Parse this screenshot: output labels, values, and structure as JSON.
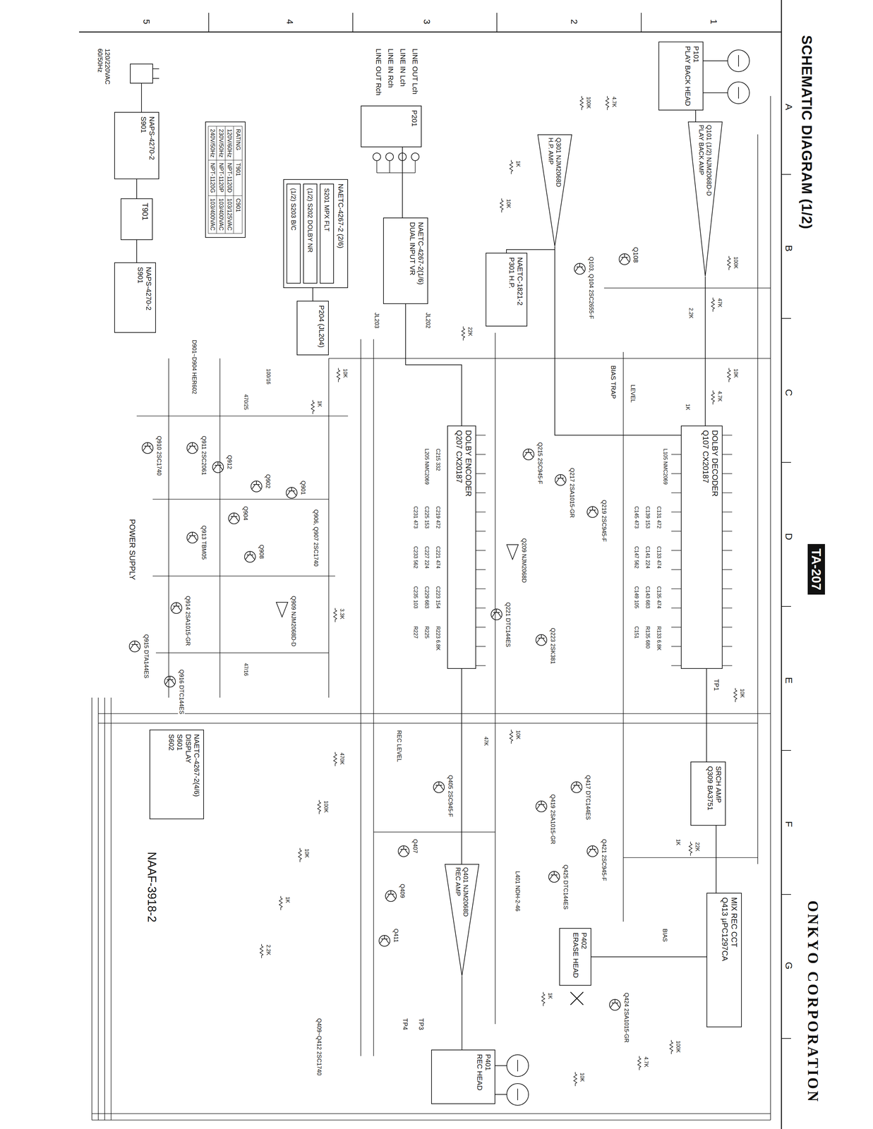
{
  "diagram": {
    "title": "SCHEMATIC DIAGRAM (1/2)",
    "nodes": [
      {
        "text": [
          "DOLBY DECODER",
          "Q107 CX20187"
        ]
      },
      {
        "text": [
          "DOLBY ENCODER",
          "Q207 CX20187"
        ]
      },
      {
        "text": [
          "Q101 (1/2) NJM2068D-D",
          "PLAY BACK AMP"
        ]
      },
      {
        "text": [
          "P101",
          "PLAY BACK HEAD"
        ]
      },
      {
        "text": [
          "Q301 NJM2068D",
          "H.P. AMP"
        ]
      },
      {
        "text": [
          "NAETC-1821-2",
          "P301 H.P."
        ]
      },
      {
        "text": [
          "P201"
        ]
      },
      {
        "text": [
          "NAETC-4267-2(1/6)",
          "DUAL INPUT VR"
        ]
      },
      {
        "text": [
          "NAETC-4267-2 (2/6)"
        ]
      },
      {
        "text": [
          "S201 MPX FLT"
        ],
        "in": 8
      },
      {
        "text": [
          "(1/2) S202 DOLBY NR"
        ],
        "in": 8
      },
      {
        "text": [
          "(1/2) S203 B/C"
        ],
        "in": 8
      },
      {
        "text": [
          "RATING",
          "T901",
          "C901",
          "120V/60Hz",
          "NPT-1120D",
          "103/125VAC",
          "230V/50Hz",
          "NPT-1120P",
          "103/400VAC",
          "240V/50Hz",
          "NPT-1120G",
          "103/400VAC"
        ]
      },
      {
        "text": [
          "NAPS-4270-2",
          "S901"
        ]
      },
      {
        "text": [
          "T901"
        ]
      },
      {
        "text": [
          "NAETC-4267-2(4/6)",
          "DISPLAY",
          "S601",
          "S602"
        ]
      },
      {
        "text": [
          "SRCH AMP",
          "Q309 BA3751"
        ]
      },
      {
        "text": [
          "MIX REC CCT",
          "Q413 μPC1297CA"
        ]
      },
      {
        "text": [
          "Q401 NJM2068D",
          "REC AMP"
        ]
      },
      {
        "text": [
          "P401",
          "REC HEAD"
        ]
      },
      {
        "text": [
          "P402",
          "ERASE HEAD"
        ]
      },
      {
        "text": [
          "P204 (JL204)"
        ]
      },
      {
        "text": [
          "NAPS-4270-2",
          "S901"
        ]
      }
    ],
    "edges": [
      {
        "from": 3,
        "to": 2,
        "arrow": "none"
      },
      {
        "from": 2,
        "to": 0,
        "arrow": "none"
      },
      {
        "from": 0,
        "to": 16,
        "arrow": "none"
      },
      {
        "from": 16,
        "to": 17,
        "arrow": "none"
      },
      {
        "from": 0,
        "to": 4,
        "arrow": "none"
      },
      {
        "from": 4,
        "to": 5,
        "arrow": "none"
      },
      {
        "from": 6,
        "to": 7,
        "arrow": "none"
      },
      {
        "from": 7,
        "to": 1,
        "arrow": "none"
      },
      {
        "from": 1,
        "to": 18,
        "arrow": "none"
      },
      {
        "from": 18,
        "to": 19,
        "arrow": "none"
      },
      {
        "from": 17,
        "to": 20,
        "arrow": "none"
      },
      {
        "from": 8,
        "to": 21,
        "arrow": "none"
      },
      {
        "from": 13,
        "to": 14,
        "arrow": "none"
      },
      {
        "from": 22,
        "to": 14,
        "arrow": "none"
      }
    ],
    "labels": [
      "A",
      "B",
      "C",
      "D",
      "E",
      "F",
      "G",
      "1",
      "2",
      "3",
      "4",
      "5",
      "TA-207",
      "ONKYO CORPORATION",
      "NAAF-3918-2",
      "POWER SUPPLY",
      "LINE OUT Lch",
      "LINE IN Lch",
      "LINE IN Rch",
      "LINE OUT Rch",
      "120/220VAC 60/50Hz",
      "BIAS TRAP",
      "LEVEL",
      "TP1",
      "Q108",
      "Q103, Q104 2SC2655-F",
      "L105 NMC2069",
      "C131 472",
      "C133 474",
      "C135 474",
      "R133 6.8K",
      "C139 153",
      "C141 224",
      "C143 683",
      "R135 680",
      "C145 473",
      "C147 562",
      "C149 105",
      "C151",
      "C215 332",
      "L205 NMC2069",
      "C219 472",
      "C221 474",
      "C223 154",
      "R223 6.8K",
      "C225 153",
      "C227 224",
      "C229 683",
      "R225",
      "C231 473",
      "C233 562",
      "C235 103",
      "R227",
      "Q215 2SC945-F",
      "Q217 2SA1015-GR",
      "Q219 2SC945-F",
      "Q221 DTC144ES",
      "Q223 2SK381",
      "Q209 NJM2068D",
      "JL202",
      "JL203",
      "Q911 2SC2061",
      "Q912",
      "Q910 2SC1740",
      "Q913 TBM05",
      "Q914 2SA1015-GR",
      "Q915 DTA144ES",
      "Q916 DTC144ES",
      "Q906, Q907 2SC1740",
      "Q909 NJM2068D-D",
      "Q901",
      "Q902",
      "Q904",
      "Q908",
      "D901~D904 HER602",
      "Q417 DTC144ES",
      "Q419 2SA1015-GR",
      "Q421 2SC945-F",
      "Q425 DTC144ES",
      "L401 NDH-2-46",
      "BIAS",
      "Q424 2SA1015-GR",
      "REC LEVEL",
      "Q405 2SC945-F",
      "Q407",
      "Q409",
      "Q411",
      "Q409~Q412 2SC1740",
      "TP3",
      "TP4",
      "10K",
      "4.7K",
      "1K",
      "100K",
      "47K",
      "2.2K",
      "22K",
      "1K",
      "100K",
      "4.7K",
      "10K",
      "47K",
      "470K",
      "100K",
      "10K",
      "1K",
      "2.2K",
      "10K",
      "1K",
      "3.3K",
      "100/16",
      "470/25",
      "47/16",
      "1K",
      "10K",
      "4.7K",
      "100K",
      "22K",
      "10K",
      "1K",
      "10K"
    ]
  }
}
